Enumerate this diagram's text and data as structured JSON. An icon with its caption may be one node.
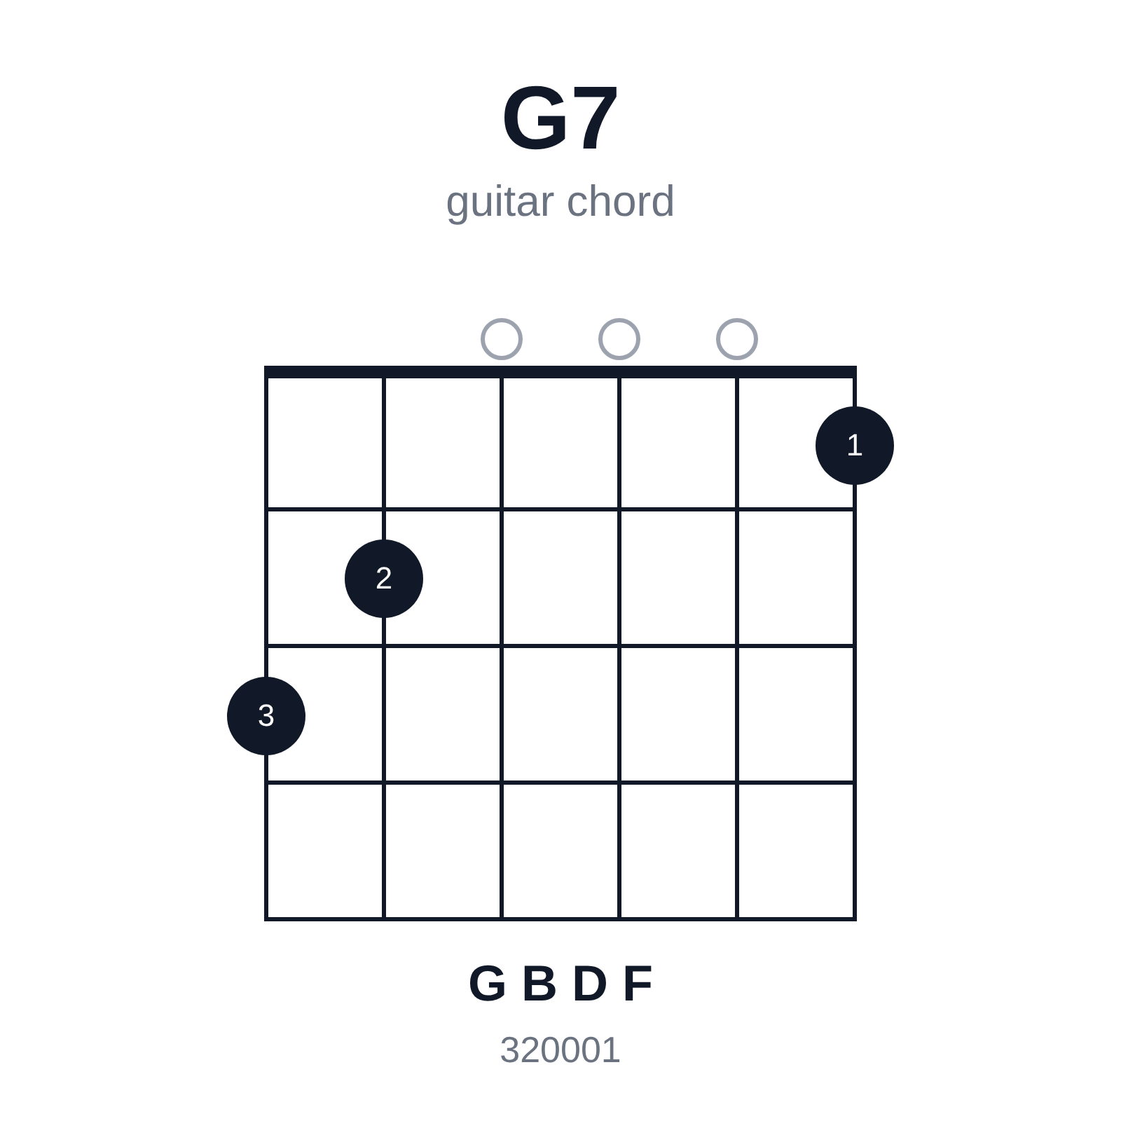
{
  "diagram": {
    "title": "G7",
    "nodes": [
      {
        "text": [],
        "shape": "circle"
      },
      {
        "text": [],
        "shape": "circle"
      },
      {
        "text": [],
        "shape": "circle"
      },
      {
        "text": [
          "1"
        ]
      },
      {
        "text": [
          "2"
        ]
      },
      {
        "text": [
          "3"
        ]
      }
    ],
    "labels": [
      "guitar chord",
      "G B D F",
      "320001"
    ]
  }
}
